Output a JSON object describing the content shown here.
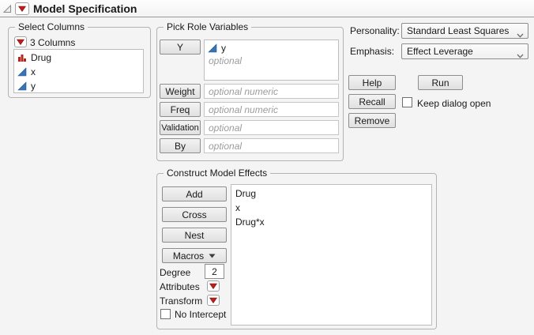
{
  "title_bar": {
    "title": "Model Specification"
  },
  "select_columns": {
    "legend": "Select Columns",
    "header": "3 Columns",
    "items": [
      {
        "label": "Drug",
        "icon": "nominal-column-icon"
      },
      {
        "label": "x",
        "icon": "continuous-column-icon"
      },
      {
        "label": "y",
        "icon": "continuous-column-icon"
      }
    ]
  },
  "pick_roles": {
    "legend": "Pick Role Variables",
    "y_button": "Y",
    "y_item": {
      "label": "y",
      "icon": "continuous-column-icon"
    },
    "y_placeholder": "optional",
    "rows": [
      {
        "button": "Weight",
        "placeholder": "optional numeric"
      },
      {
        "button": "Freq",
        "placeholder": "optional numeric"
      },
      {
        "button": "Validation",
        "placeholder": "optional"
      },
      {
        "button": "By",
        "placeholder": "optional"
      }
    ]
  },
  "options": {
    "personality_label": "Personality:",
    "personality_value": "Standard Least Squares",
    "emphasis_label": "Emphasis:",
    "emphasis_value": "Effect Leverage",
    "help_label": "Help",
    "run_label": "Run",
    "recall_label": "Recall",
    "remove_label": "Remove",
    "keep_dialog_open_label": "Keep dialog open"
  },
  "construct": {
    "legend": "Construct Model Effects",
    "add_label": "Add",
    "cross_label": "Cross",
    "nest_label": "Nest",
    "macros_label": "Macros",
    "degree_label": "Degree",
    "degree_value": "2",
    "attributes_label": "Attributes",
    "transform_label": "Transform",
    "no_intercept_label": "No Intercept",
    "effects": [
      "Drug",
      "x",
      "Drug*x"
    ]
  },
  "colors": {
    "accent_red": "#bb1f1a",
    "icon_blue": "#3574b5"
  }
}
